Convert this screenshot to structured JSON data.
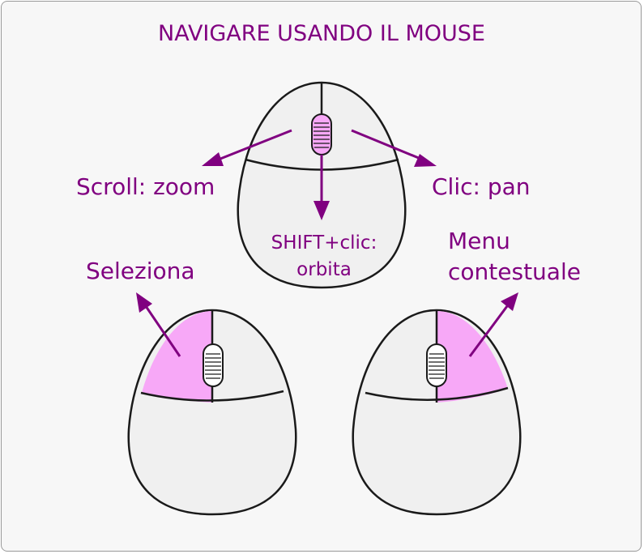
{
  "title": "NAVIGARE USANDO IL MOUSE",
  "labels": {
    "scroll": "Scroll: zoom",
    "click": "Clic: pan",
    "shift_line1": "SHIFT+clic:",
    "shift_line2": "orbita",
    "left": "Seleziona",
    "right_line1": "Menu",
    "right_line2": "contestuale"
  },
  "colors": {
    "accent": "#800080",
    "highlight": "#f7a8f7",
    "body": "#f0f0f0",
    "outline": "#1a1a1a",
    "frame_bg": "#f7f7f7"
  }
}
